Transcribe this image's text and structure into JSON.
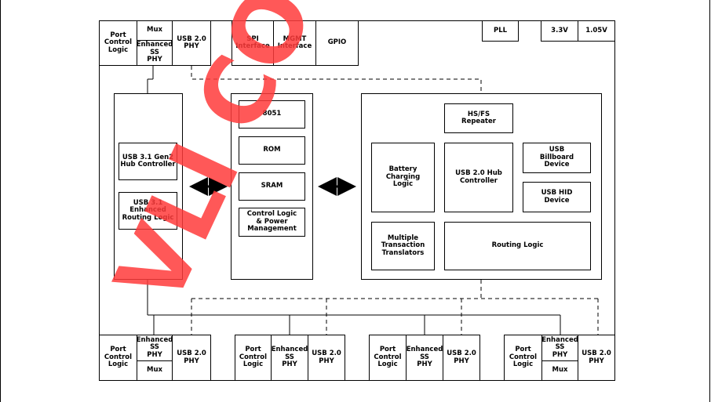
{
  "watermark": "VLI CONFIDENTIAL",
  "top": {
    "port_control": "Port\nControl\nLogic",
    "mux": "Mux",
    "enhanced_ss": "Enhanced\nSS\nPHY",
    "usb20_phy": "USB 2.0\nPHY",
    "spi": "SPI\nInterface",
    "mgmt": "MGMT\nInterface",
    "gpio": "GPIO",
    "pll": "PLL",
    "v33": "3.3V",
    "v105": "1.05V"
  },
  "left": {
    "hub_controller": "USB 3.1 Gen2\nHub Controller",
    "routing": "USB 3.1\nEnhanced\nRouting Logic"
  },
  "center": {
    "cpu": "8051",
    "rom": "ROM",
    "sram": "SRAM",
    "control": "Control Logic\n& Power\nManagement"
  },
  "right": {
    "hsfs": "HS/FS\nRepeater",
    "battery": "Battery\nCharging\nLogic",
    "hub20": "USB 2.0 Hub\nController",
    "billboard": "USB\nBillboard\nDevice",
    "hid": "USB HID\nDevice",
    "mtt": "Multiple\nTransaction\nTranslators",
    "routing": "Routing Logic"
  },
  "ports": [
    {
      "port_control": "Port\nControl\nLogic",
      "enhanced_ss": "Enhanced\nSS\nPHY",
      "mux": "Mux",
      "usb20_phy": "USB 2.0\nPHY"
    },
    {
      "port_control": "Port\nControl\nLogic",
      "enhanced_ss": "Enhanced\nSS\nPHY",
      "usb20_phy": "USB 2.0\nPHY"
    },
    {
      "port_control": "Port\nControl\nLogic",
      "enhanced_ss": "Enhanced\nSS\nPHY",
      "usb20_phy": "USB 2.0\nPHY"
    },
    {
      "port_control": "Port\nControl\nLogic",
      "enhanced_ss": "Enhanced\nSS\nPHY",
      "mux": "Mux",
      "usb20_phy": "USB 2.0\nPHY"
    }
  ]
}
